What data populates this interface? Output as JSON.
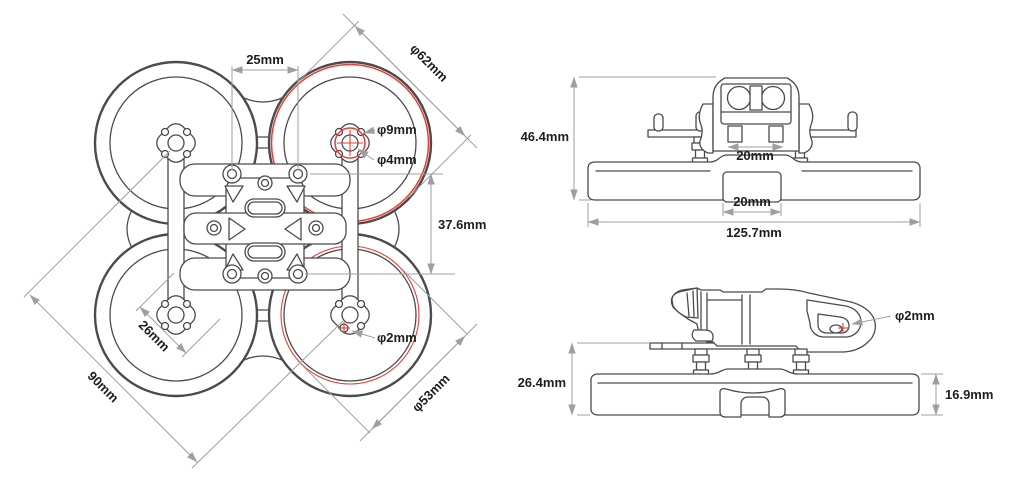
{
  "views": {
    "top": {
      "title": "top-view-of-frame",
      "dims": {
        "d25": "25mm",
        "d62": "φ62mm",
        "d9": "φ9mm",
        "d4": "φ4mm",
        "d376": "37.6mm",
        "d26": "26mm",
        "d2": "φ2mm",
        "d90": "90mm",
        "d53": "φ53mm"
      }
    },
    "front": {
      "title": "front-view-of-frame",
      "dims": {
        "d464": "46.4mm",
        "d20cam": "20mm",
        "d20slot": "20mm",
        "d1257": "125.7mm"
      }
    },
    "side": {
      "title": "side-view-of-frame",
      "dims": {
        "d2": "φ2mm",
        "d264": "26.4mm",
        "d169": "16.9mm"
      }
    }
  },
  "colors": {
    "highlight": "#ee3b30",
    "linework": "#4b4b4b",
    "dimension_lines": "#9aa0a3",
    "labels": "#1e1e1e",
    "background": "#ffffff"
  }
}
